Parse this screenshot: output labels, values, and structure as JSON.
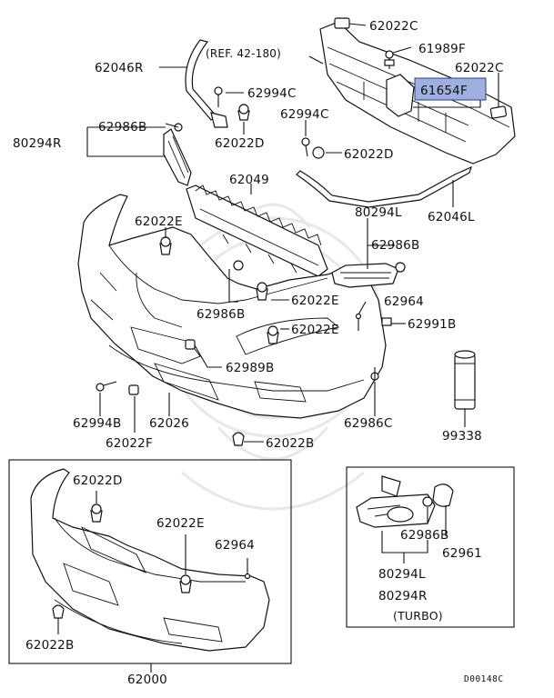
{
  "diagram": {
    "colors": {
      "ink": "#111111",
      "highlight_fill": "#9fb0e0",
      "highlight_border": "#2b3f8f",
      "watermark": "#e6e6e6",
      "background": "#ffffff"
    },
    "labels": {
      "p62022C_top": "62022C",
      "p61989F": "61989F",
      "ref": "(REF. 42-180)",
      "p62046R": "62046R",
      "p62022C_right": "62022C",
      "p61654F": "61654F",
      "p62994C_a": "62994C",
      "p62986B_a": "62986B",
      "p80294R": "80294R",
      "p62022D_a": "62022D",
      "p62994C_b": "62994C",
      "p62022D_b": "62022D",
      "p62049": "62049",
      "p62046L": "62046L",
      "p62022E_a": "62022E",
      "p80294L": "80294L",
      "p62986B_b": "62986B",
      "p62022E_b": "62022E",
      "p62986B_c": "62986B",
      "p62964_a": "62964",
      "p62022E_c": "62022E",
      "p62991B": "62991B",
      "p62989B": "62989B",
      "p62994B": "62994B",
      "p62026": "62026",
      "p62986C": "62986C",
      "p99338": "99338",
      "p62022F": "62022F",
      "p62022B_a": "62022B",
      "p62022D_c": "62022D",
      "p62022E_d": "62022E",
      "p62964_b": "62964",
      "p62022B_b": "62022B",
      "p62000": "62000",
      "p62986B_d": "62986B",
      "p62961": "62961",
      "p80294L_t": "80294L",
      "p80294R_t": "80294R",
      "turbo": "(TURBO)",
      "code": "D00148C"
    }
  }
}
